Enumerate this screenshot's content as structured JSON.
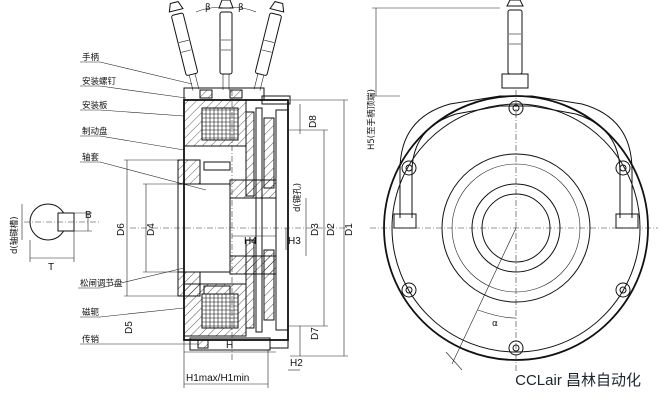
{
  "left_labels": {
    "handle": "手柄",
    "mounting_nut": "安装螺钉",
    "mounting_plate": "安装板",
    "brake_disc": "制动盘",
    "shaft_sleeve": "轴套",
    "release_adjust_disc": "松闸调节盘",
    "magnet_yoke": "磁轭",
    "pin": "传销"
  },
  "beta_top": "β",
  "keyway": {
    "d_label": "d(轴键槽)",
    "t_label": "T",
    "b_label": "B"
  },
  "section_dims": {
    "d6": "D6",
    "d4": "D4",
    "h4": "H4",
    "h3": "H3",
    "d3": "D3",
    "d2": "D2",
    "d1": "D1",
    "d5": "D5",
    "d7": "D7",
    "d8": "D8",
    "h": "H",
    "h2": "H2",
    "h1": "H1max/H1min",
    "d_bore": "d(键孔)"
  },
  "front_view": {
    "h5_label": "H5(至手柄顶端)",
    "alpha": "α"
  },
  "brand": "CCLair 昌林自动化"
}
